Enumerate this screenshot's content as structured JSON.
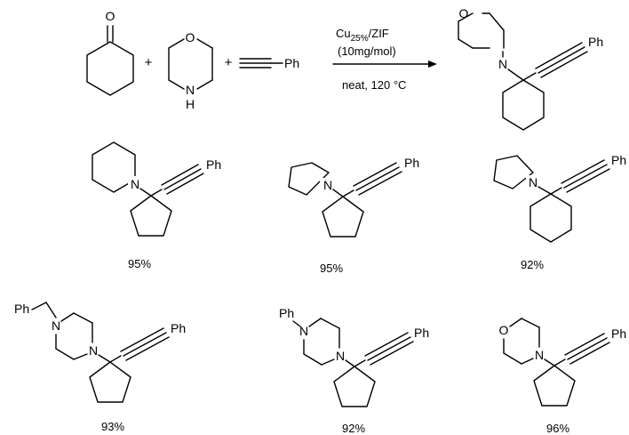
{
  "reaction": {
    "reactant_1": {
      "atoms": {
        "oxygen": "O"
      }
    },
    "reactant_2": {
      "atoms": {
        "oxygen": "O",
        "nitrogen": "N",
        "hydrogen": "H"
      }
    },
    "reactant_3": {
      "atoms": {
        "phenyl": "Ph"
      }
    },
    "plus_sign": "+",
    "conditions": {
      "catalyst_base": "Cu",
      "catalyst_subscript": "25%",
      "catalyst_support": "/ZIF",
      "loading": "(10mg/mol)",
      "solvent_temp": "neat, 120 °C"
    },
    "product": {
      "atoms": {
        "oxygen": "O",
        "nitrogen": "N",
        "phenyl": "Ph"
      }
    }
  },
  "examples": [
    {
      "yield": "95%",
      "atoms": {
        "nitrogen": "N",
        "phenyl": "Ph"
      }
    },
    {
      "yield": "95%",
      "atoms": {
        "nitrogen": "N",
        "phenyl": "Ph"
      }
    },
    {
      "yield": "92%",
      "atoms": {
        "nitrogen": "N",
        "phenyl": "Ph"
      }
    },
    {
      "yield": "93%",
      "atoms": {
        "benzyl_phenyl": "Ph",
        "nitrogen_top": "N",
        "nitrogen": "N",
        "phenyl": "Ph"
      }
    },
    {
      "yield": "92%",
      "atoms": {
        "n_phenyl": "Ph",
        "nitrogen_top": "N",
        "nitrogen": "N",
        "phenyl": "Ph"
      }
    },
    {
      "yield": "96%",
      "atoms": {
        "oxygen": "O",
        "nitrogen": "N",
        "phenyl": "Ph"
      }
    }
  ]
}
